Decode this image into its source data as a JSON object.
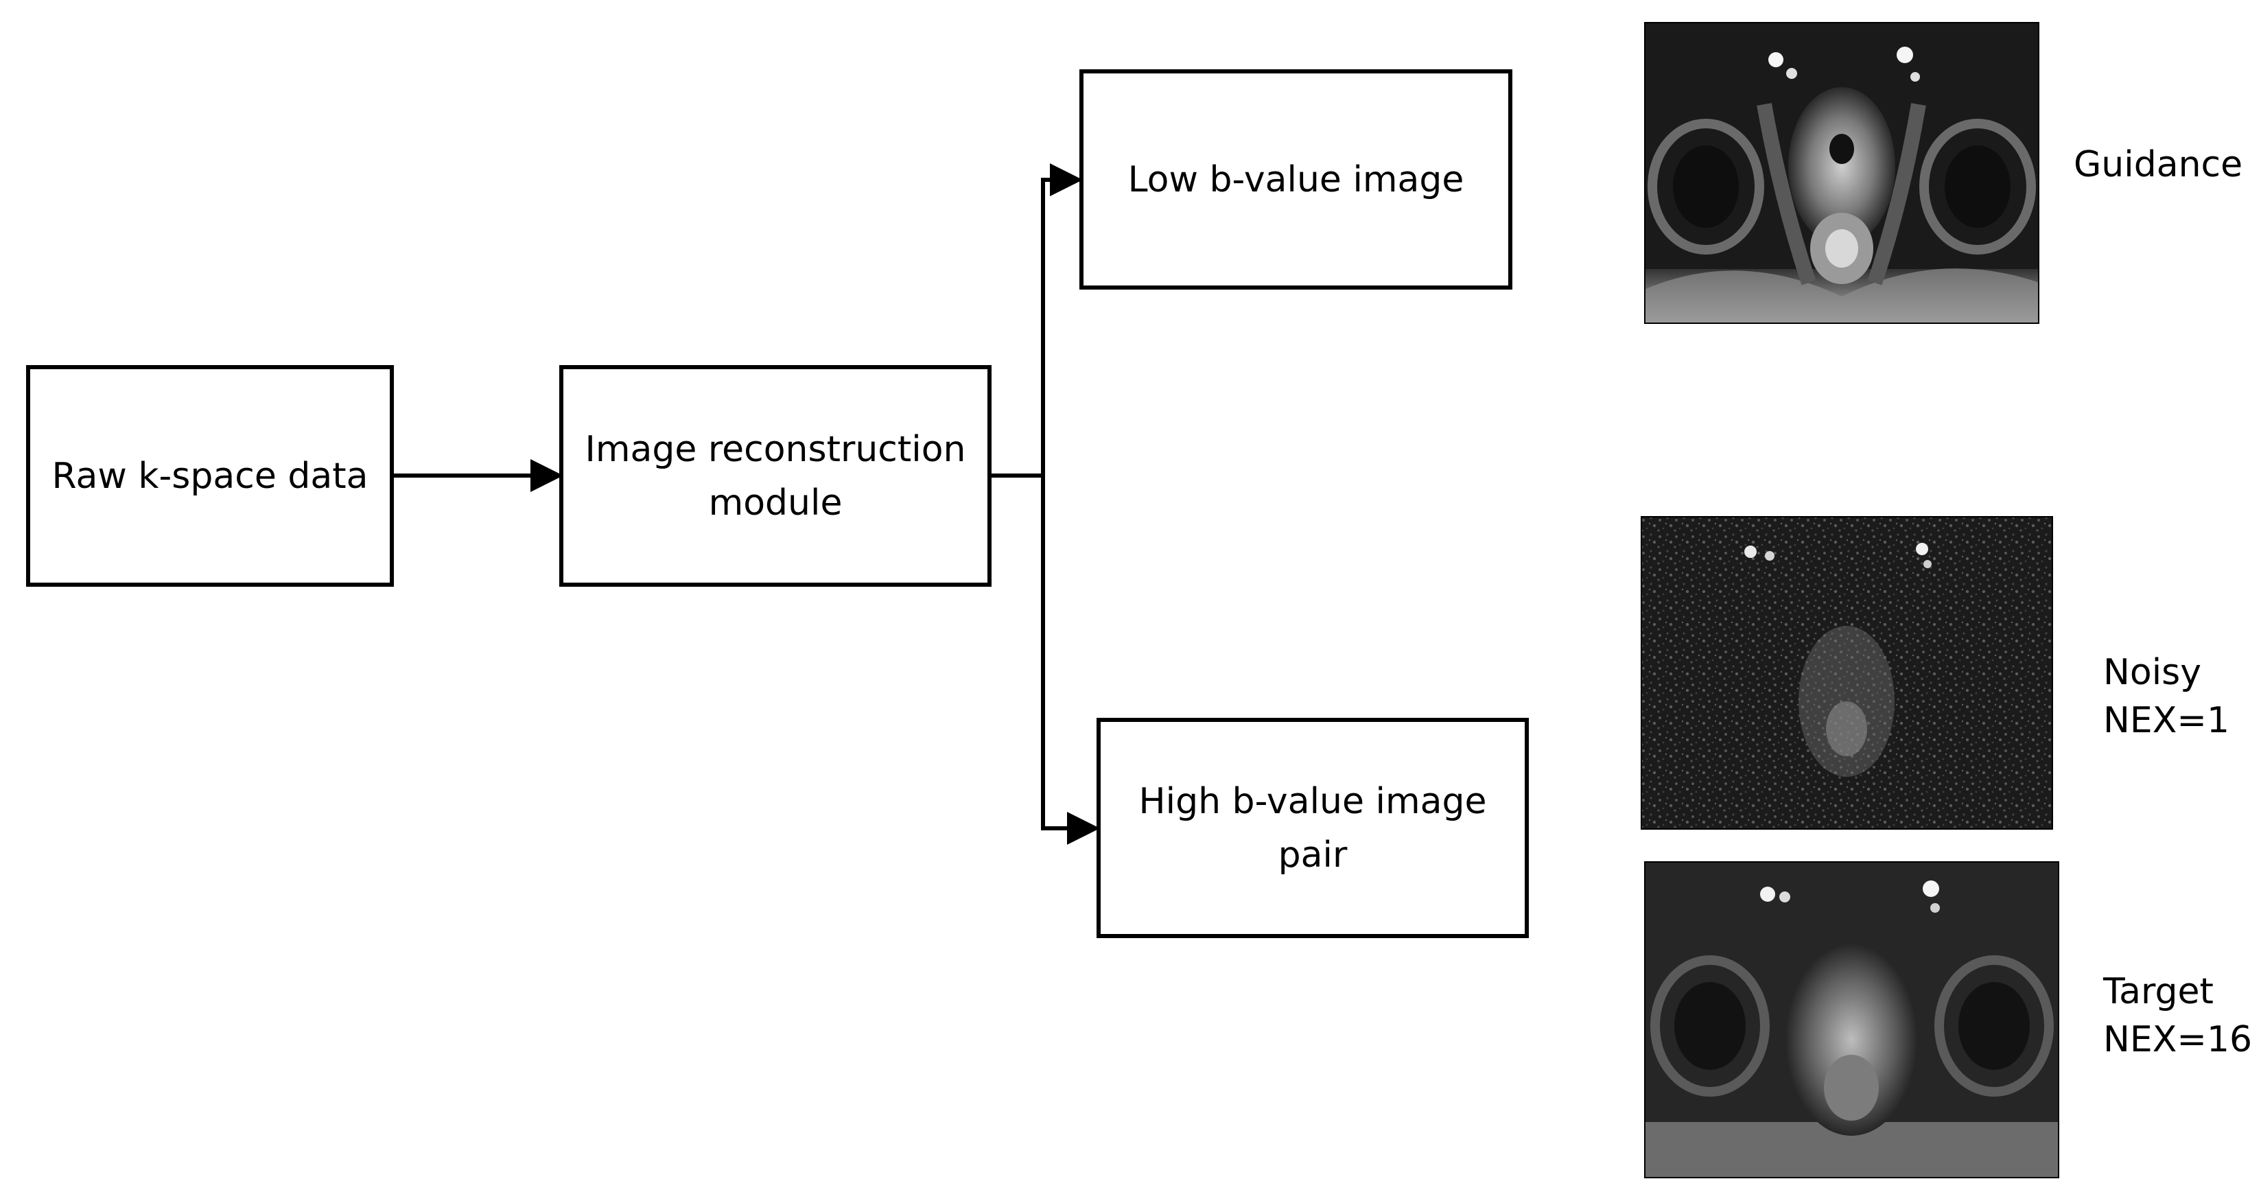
{
  "boxes": {
    "raw_kspace": {
      "lines": [
        "Raw k-space data"
      ]
    },
    "reconstruction": {
      "lines": [
        "Image reconstruction",
        "module"
      ]
    },
    "low_b": {
      "lines": [
        "Low b-value image"
      ]
    },
    "high_b": {
      "lines": [
        "High  b-value image",
        "pair"
      ]
    }
  },
  "images": {
    "guidance": {
      "lines": [
        "Guidance"
      ]
    },
    "noisy": {
      "lines": [
        "Noisy",
        "NEX=1"
      ]
    },
    "target": {
      "lines": [
        "Target",
        "NEX=16"
      ]
    }
  },
  "colors": {
    "stroke": "#000000",
    "background": "#ffffff"
  }
}
